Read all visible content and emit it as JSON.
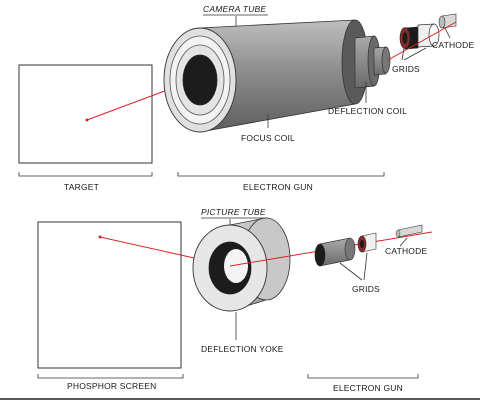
{
  "camera_tube": {
    "title": "CAMERA TUBE",
    "target_label": "TARGET",
    "focus_coil_label": "FOCUS COIL",
    "deflection_coil_label": "DEFLECTION COIL",
    "grids_label": "GRIDS",
    "cathode_label": "CATHODE",
    "electron_gun_label": "ELECTRON GUN"
  },
  "picture_tube": {
    "title": "PICTURE TUBE",
    "phosphor_screen_label": "PHOSPHOR SCREEN",
    "deflection_yoke_label": "DEFLECTION YOKE",
    "grids_label": "GRIDS",
    "cathode_label": "CATHODE",
    "electron_gun_label": "ELECTRON GUN"
  },
  "colors": {
    "beam": "#dd2222",
    "coil_gray": "#8a8a8a",
    "dark": "#1c1c1c",
    "grid_red": "#8a2a2a"
  }
}
